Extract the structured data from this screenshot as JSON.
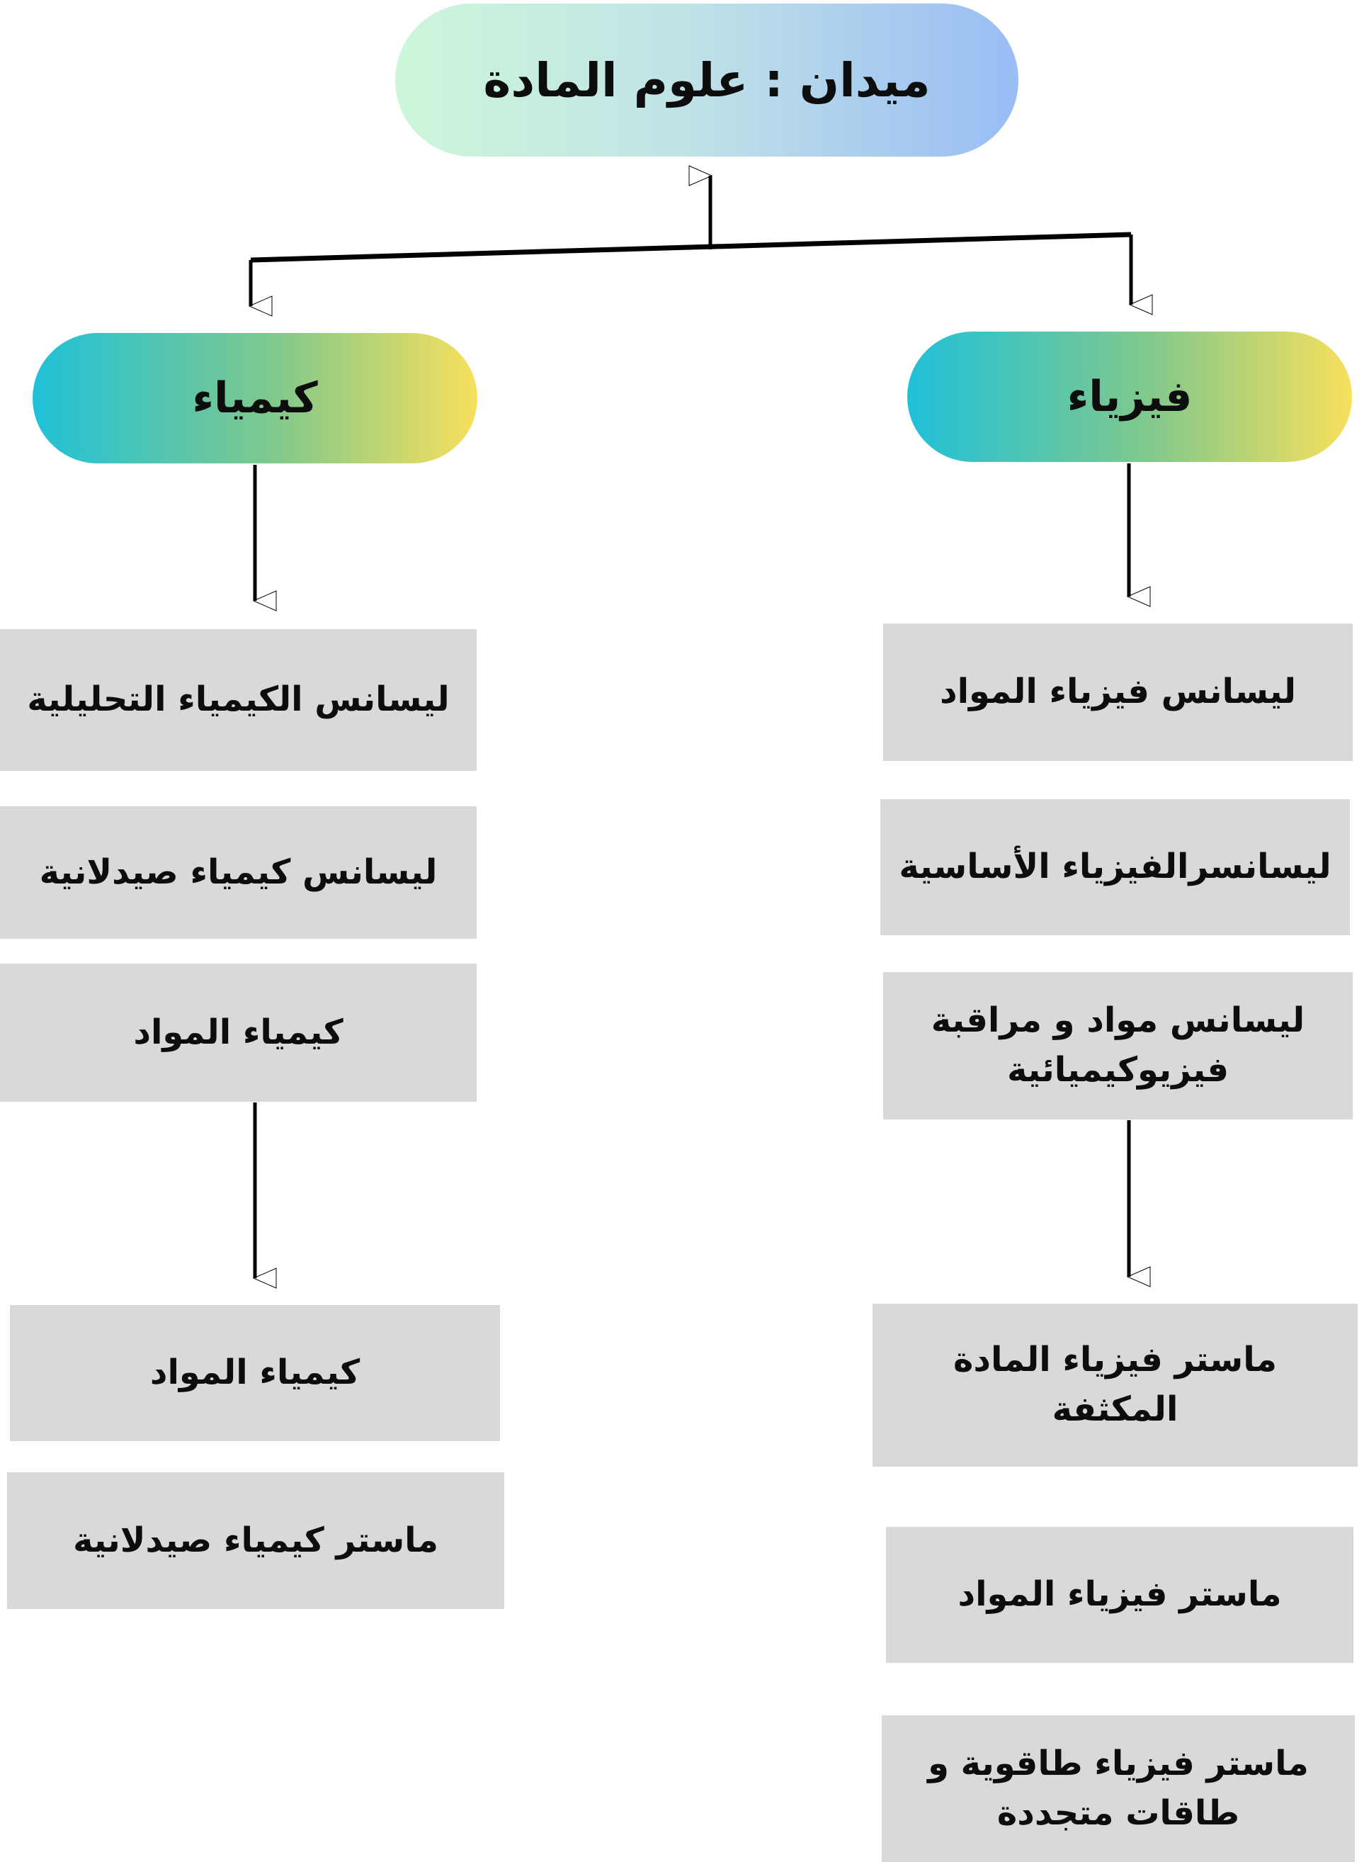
{
  "root_node": {
    "label": "ميدان : علوم المادة"
  },
  "branches": [
    {
      "name": "chemistry",
      "label": "كيمياء",
      "items": [
        {
          "label": "ليسانس الكيمياء التحليلية"
        },
        {
          "label": "ليسانس كيمياء صيدلانية"
        },
        {
          "label": "كيمياء المواد"
        },
        {
          "label": "كيمياء المواد"
        },
        {
          "label": "ماستر كيمياء صيدلانية"
        }
      ]
    },
    {
      "name": "physics",
      "label": "فيزياء",
      "items": [
        {
          "label": "ليسانس فيزياء المواد"
        },
        {
          "label": "ليسانسرالفيزياء الأساسية"
        },
        {
          "label": "ليسانس مواد و مراقبة فيزيوكيميائية"
        },
        {
          "label": "ماستر فيزياء المادة المكثفة"
        },
        {
          "label": "ماستر فيزياء المواد"
        },
        {
          "label": "ماستر فيزياء طاقوية و طاقات متجددة"
        }
      ]
    }
  ],
  "colors": {
    "root_gradient_start": "#ccf7d9",
    "root_gradient_end": "#99bdf5",
    "branch_gradient_start": "#1fc1d9",
    "branch_gradient_mid": "#82c98b",
    "branch_gradient_end": "#f8e05c",
    "box_bg": "#d9d9d9",
    "text": "#0d0d0d",
    "line": "#000000"
  }
}
